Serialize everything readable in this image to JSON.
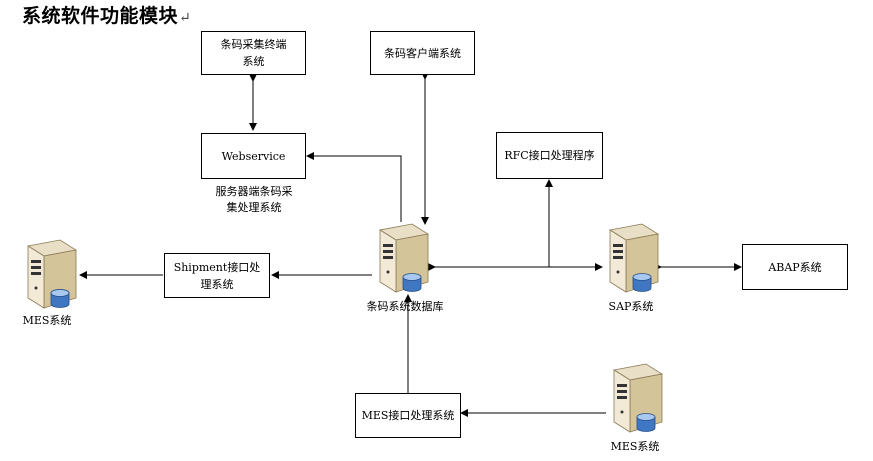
{
  "title": "系统软件功能模块",
  "title_mark": "↵",
  "boxes": {
    "barcode_terminal": "条码采集终端\n系统",
    "barcode_client": "条码客户端系统",
    "webservice": "Webservice",
    "rfc": "RFC接口处理程序",
    "shipment": "Shipment接口处\n理系统",
    "abap": "ABAP系统",
    "mes_interface": "MES接口处理系统"
  },
  "labels": {
    "server_collect": "服务器端条码采\n集处理系统",
    "db": "条码系统数据库",
    "sap": "SAP系统",
    "mes_left": "MES系统",
    "mes_bottom": "MES系统"
  }
}
